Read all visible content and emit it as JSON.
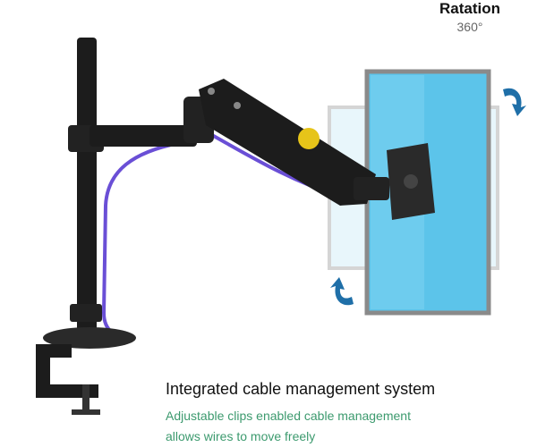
{
  "rotation": {
    "title": "Ratation",
    "degrees": "360°"
  },
  "caption": {
    "headline": "Integrated cable management system",
    "lines": [
      "Adjustable clips enabled cable management",
      "allows wires to move freely"
    ]
  },
  "colors": {
    "arm": "#1c1c1c",
    "cable": "#6a4fd6",
    "screen": "#5cc4ea",
    "arrow": "#1f6fa8",
    "caption_green": "#3c9a6e"
  }
}
